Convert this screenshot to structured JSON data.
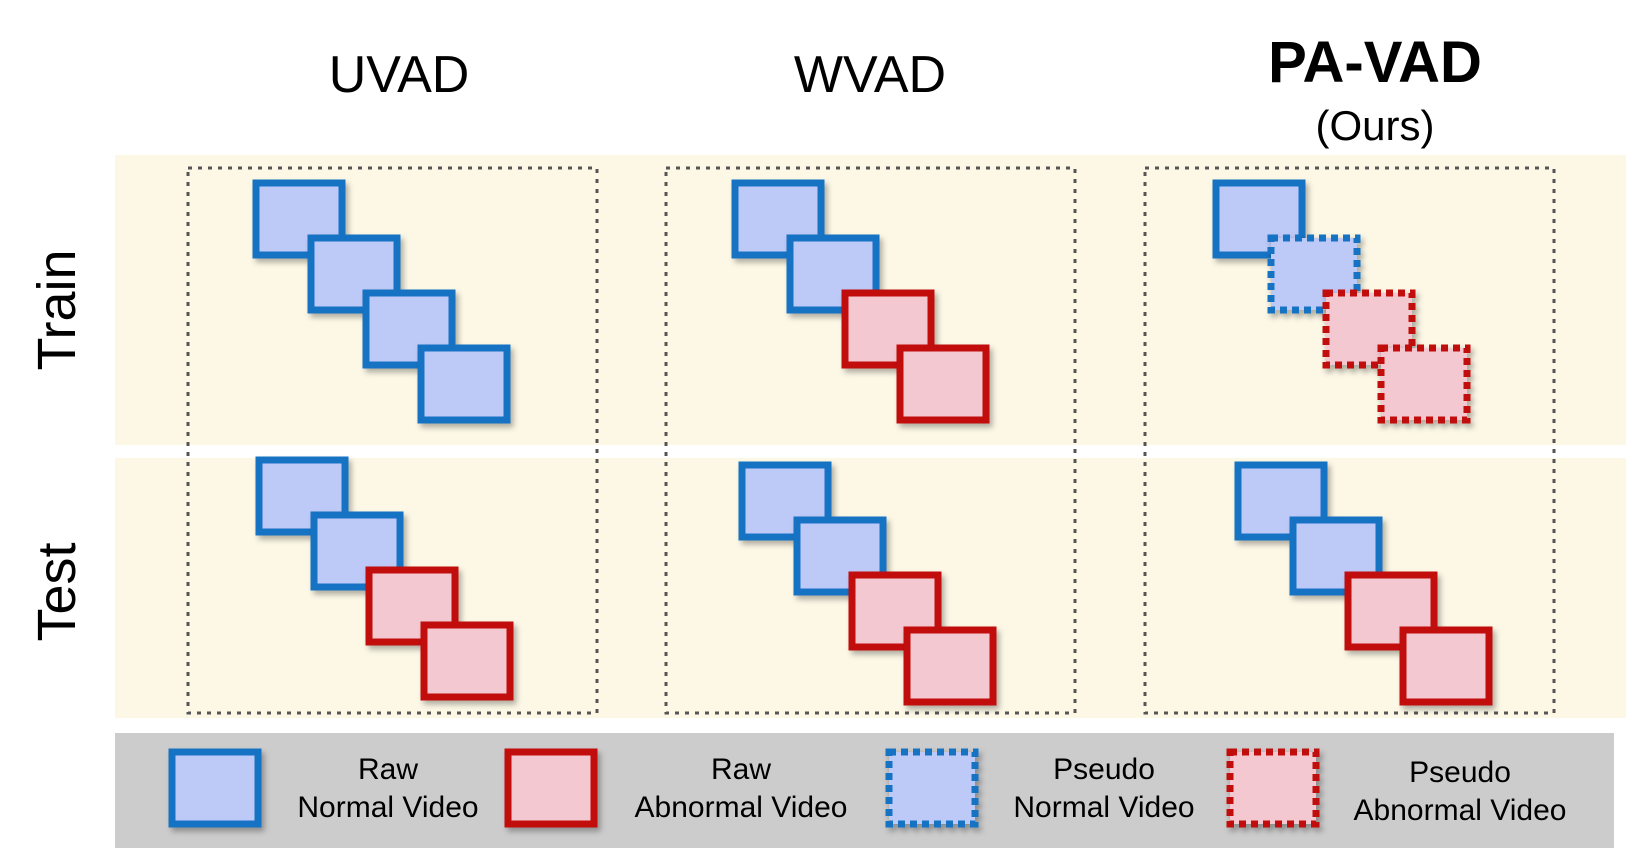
{
  "columns": [
    {
      "title": "UVAD",
      "subtitle": ""
    },
    {
      "title": "WVAD",
      "subtitle": ""
    },
    {
      "title": "PA-VAD",
      "subtitle": "(Ours)"
    }
  ],
  "rows": [
    {
      "label": "Train"
    },
    {
      "label": "Test"
    }
  ],
  "panels": {
    "uvad_train": [
      "raw-normal",
      "raw-normal",
      "raw-normal",
      "raw-normal"
    ],
    "wvad_train": [
      "raw-normal",
      "raw-normal",
      "raw-abnormal",
      "raw-abnormal"
    ],
    "pavad_train": [
      "raw-normal",
      "pseudo-normal",
      "pseudo-abnormal",
      "pseudo-abnormal"
    ],
    "uvad_test": [
      "raw-normal",
      "raw-normal",
      "raw-abnormal",
      "raw-abnormal"
    ],
    "wvad_test": [
      "raw-normal",
      "raw-normal",
      "raw-abnormal",
      "raw-abnormal"
    ],
    "pavad_test": [
      "raw-normal",
      "raw-normal",
      "raw-abnormal",
      "raw-abnormal"
    ]
  },
  "legend": [
    {
      "kind": "raw-normal",
      "line1": "Raw",
      "line2": "Normal Video"
    },
    {
      "kind": "raw-abnormal",
      "line1": "Raw",
      "line2": "Abnormal Video"
    },
    {
      "kind": "pseudo-normal",
      "line1": "Pseudo",
      "line2": "Normal Video"
    },
    {
      "kind": "pseudo-abnormal",
      "line1": "Pseudo",
      "line2": "Abnormal Video"
    }
  ],
  "colors": {
    "normal_fill": "#bdc9f7",
    "normal_stroke": "#1673c4",
    "abnormal_fill": "#f4c8d0",
    "abnormal_stroke": "#c20f0f",
    "band_fill": "#fdf8e6",
    "legend_bg": "#cccccc",
    "dotted_border": "#555555"
  }
}
